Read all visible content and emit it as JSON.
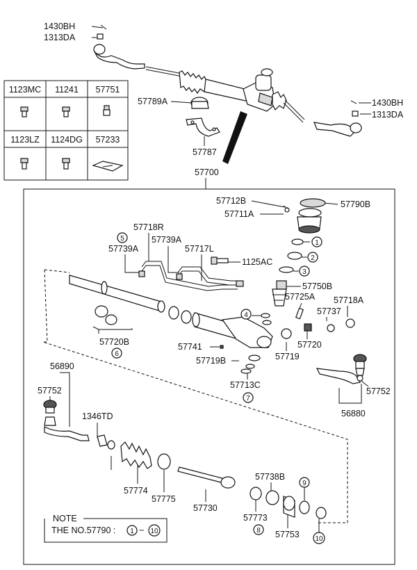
{
  "top": {
    "labels": [
      "1430BH",
      "1313DA",
      "57789A",
      "57787",
      "1430BH",
      "1313DA",
      "57700"
    ]
  },
  "fastener_table": {
    "headers_row1": [
      "1123MC",
      "11241",
      "57751"
    ],
    "headers_row2": [
      "1123LZ",
      "1124DG",
      "57233"
    ]
  },
  "callouts": [
    "57712B",
    "57790B",
    "57711A",
    "57718R",
    "57739A",
    "57739A",
    "57717L",
    "1125AC",
    "57750B",
    "57725A",
    "57718A",
    "57737",
    "57720B",
    "57720",
    "57741",
    "57719B",
    "57719",
    "57713C",
    "56890",
    "57752",
    "57752",
    "56880",
    "1346TD",
    "57774",
    "57775",
    "57730",
    "57738B",
    "57773",
    "57753"
  ],
  "circled_numbers": [
    "1",
    "2",
    "3",
    "4",
    "5",
    "6",
    "7",
    "8",
    "9",
    "10"
  ],
  "note": {
    "title": "NOTE",
    "text": "THE NO.57790 :",
    "range_start": "1",
    "range_sep": "~",
    "range_end": "10"
  }
}
